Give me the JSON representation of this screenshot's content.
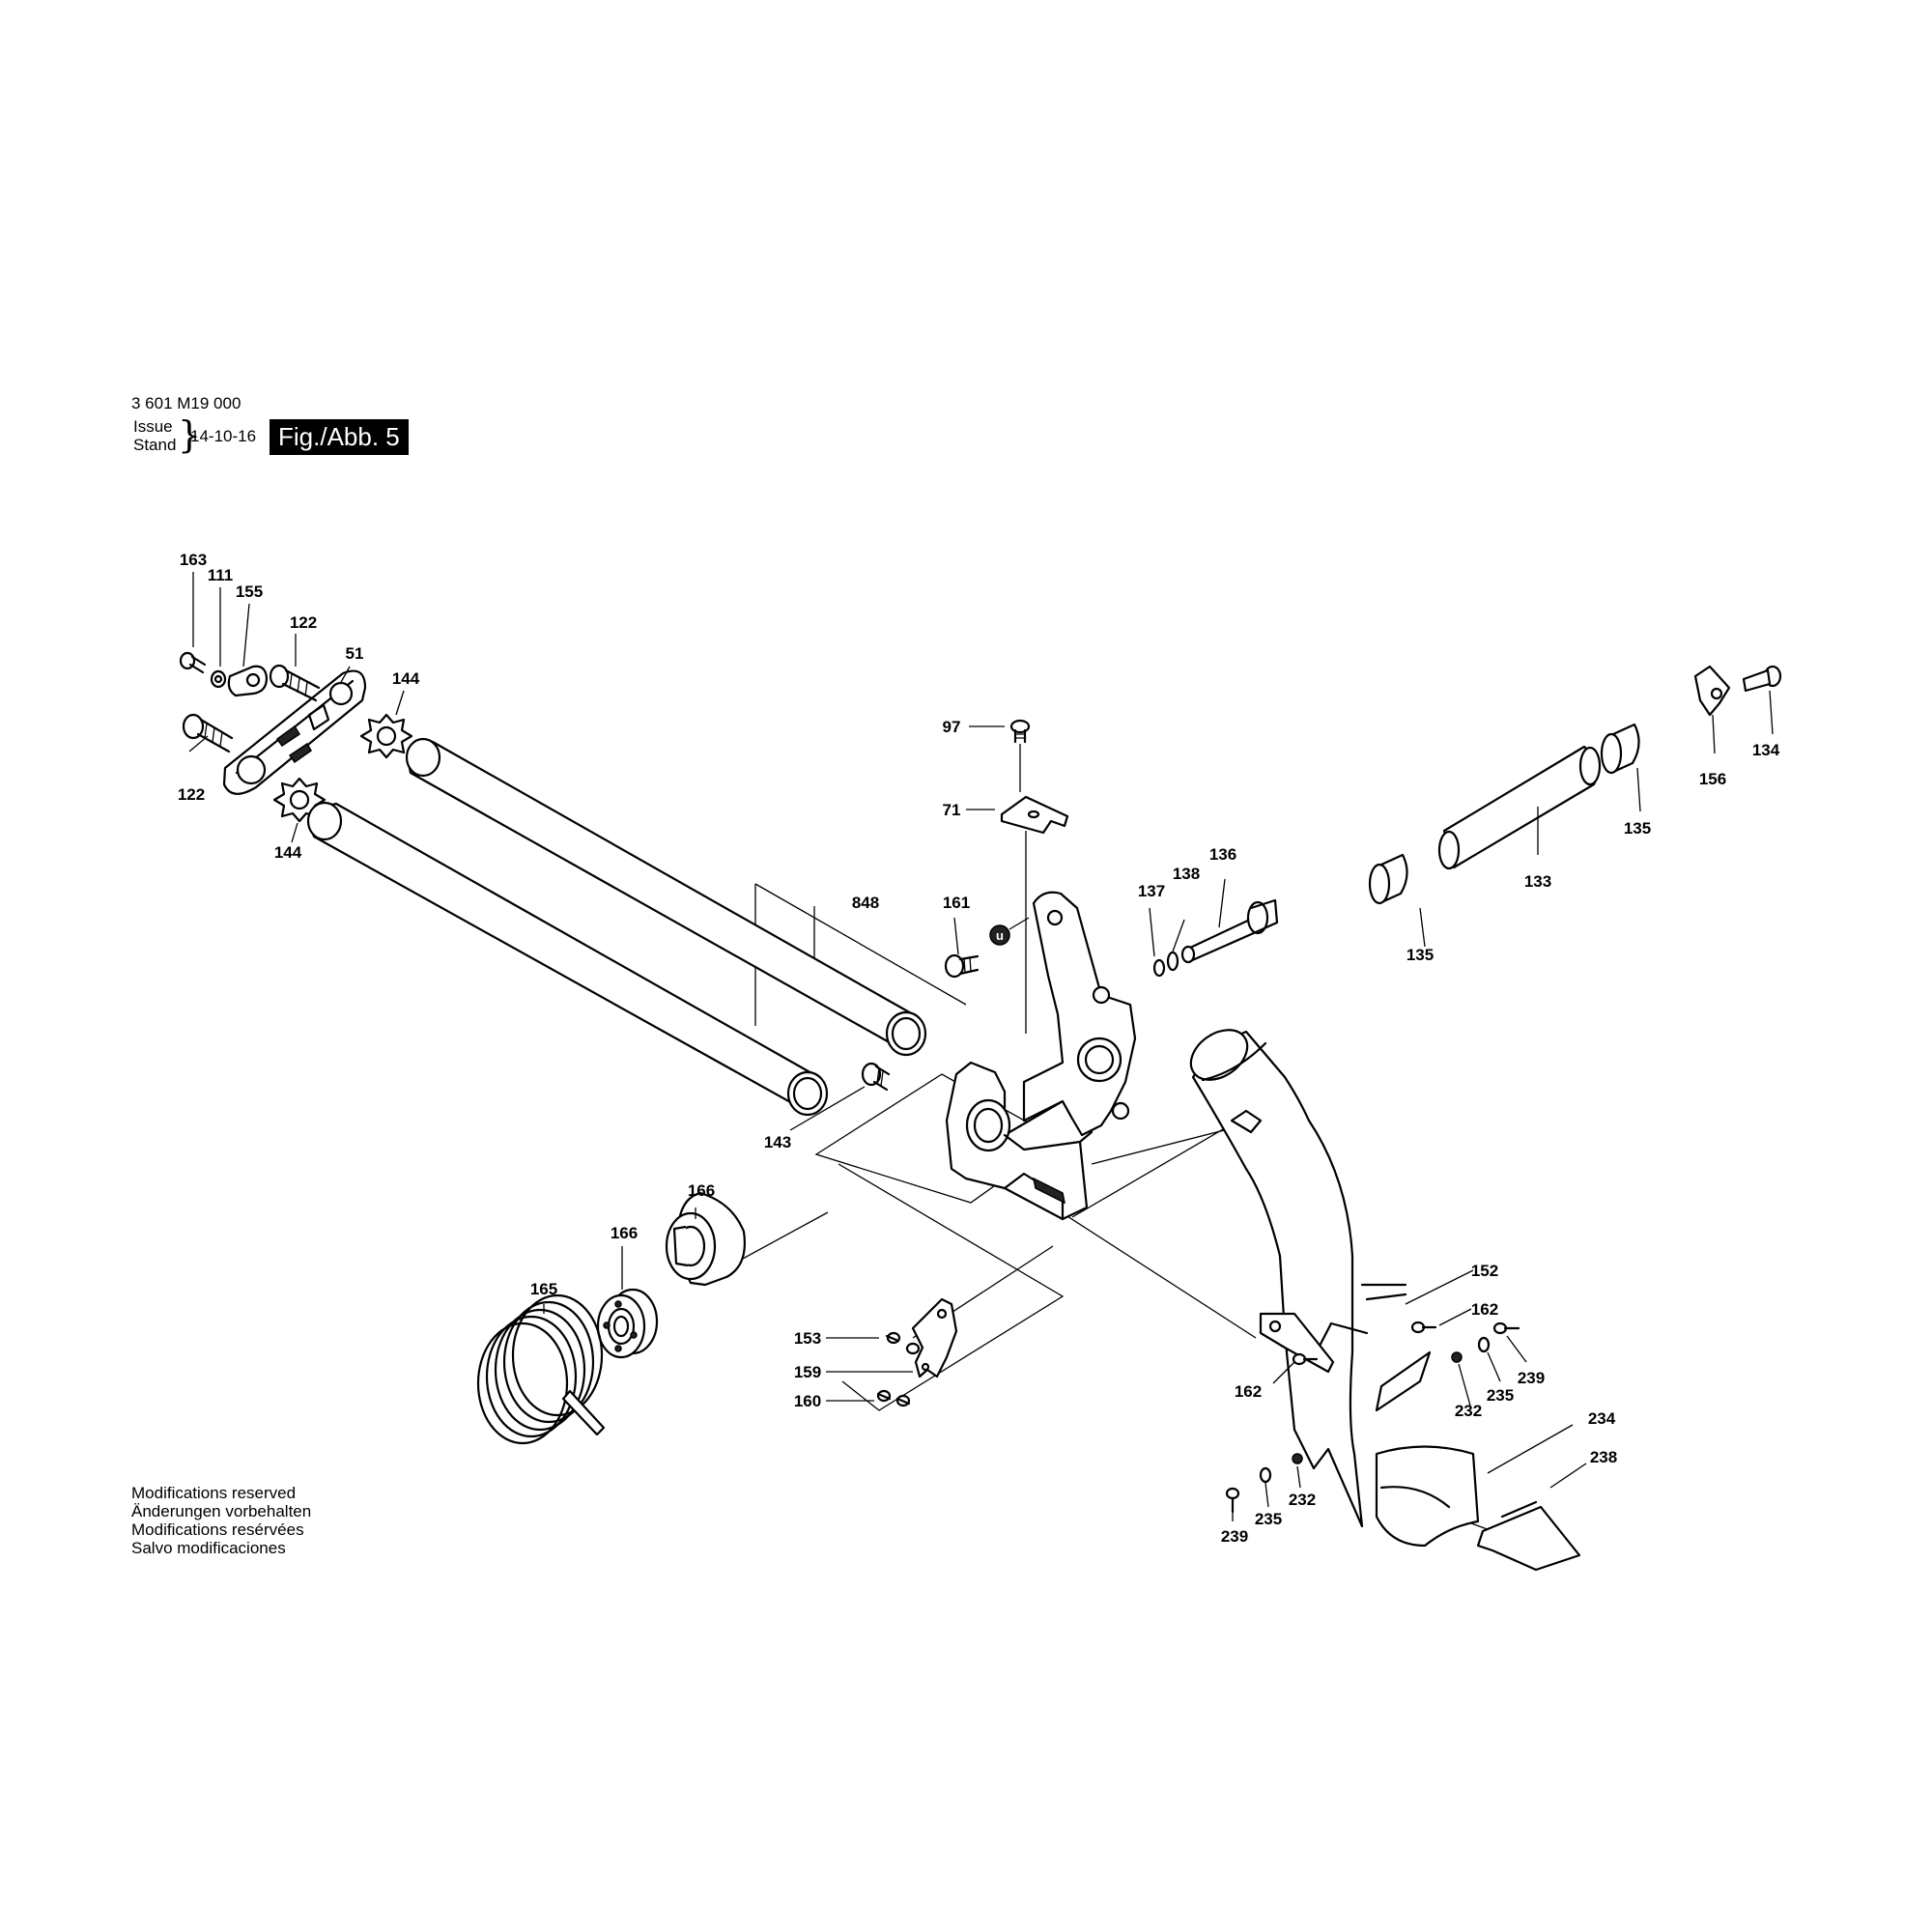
{
  "header": {
    "doc_number": "3 601 M19 000",
    "issue_label": "Issue",
    "stand_label": "Stand",
    "date": "14-10-16",
    "figure_label": "Fig./Abb. 5"
  },
  "footer": {
    "lines": [
      "Modifications reserved",
      "Änderungen vorbehalten",
      "Modifications resérvées",
      "Salvo modificaciones"
    ]
  },
  "callouts": [
    {
      "id": "163",
      "label": "163"
    },
    {
      "id": "111",
      "label": "111"
    },
    {
      "id": "155",
      "label": "155"
    },
    {
      "id": "122a",
      "label": "122"
    },
    {
      "id": "51",
      "label": "51"
    },
    {
      "id": "144a",
      "label": "144"
    },
    {
      "id": "122b",
      "label": "122"
    },
    {
      "id": "144b",
      "label": "144"
    },
    {
      "id": "97",
      "label": "97"
    },
    {
      "id": "71",
      "label": "71"
    },
    {
      "id": "848",
      "label": "848"
    },
    {
      "id": "161",
      "label": "161"
    },
    {
      "id": "137",
      "label": "137"
    },
    {
      "id": "138",
      "label": "138"
    },
    {
      "id": "136",
      "label": "136"
    },
    {
      "id": "143",
      "label": "143"
    },
    {
      "id": "166a",
      "label": "166"
    },
    {
      "id": "166b",
      "label": "166"
    },
    {
      "id": "165",
      "label": "165"
    },
    {
      "id": "153",
      "label": "153"
    },
    {
      "id": "159",
      "label": "159"
    },
    {
      "id": "160",
      "label": "160"
    },
    {
      "id": "156",
      "label": "156"
    },
    {
      "id": "134",
      "label": "134"
    },
    {
      "id": "135a",
      "label": "135"
    },
    {
      "id": "133",
      "label": "133"
    },
    {
      "id": "135b",
      "label": "135"
    },
    {
      "id": "152",
      "label": "152"
    },
    {
      "id": "162a",
      "label": "162"
    },
    {
      "id": "239a",
      "label": "239"
    },
    {
      "id": "235a",
      "label": "235"
    },
    {
      "id": "232a",
      "label": "232"
    },
    {
      "id": "162b",
      "label": "162"
    },
    {
      "id": "234",
      "label": "234"
    },
    {
      "id": "238",
      "label": "238"
    },
    {
      "id": "232b",
      "label": "232"
    },
    {
      "id": "235b",
      "label": "235"
    },
    {
      "id": "239b",
      "label": "239"
    }
  ]
}
